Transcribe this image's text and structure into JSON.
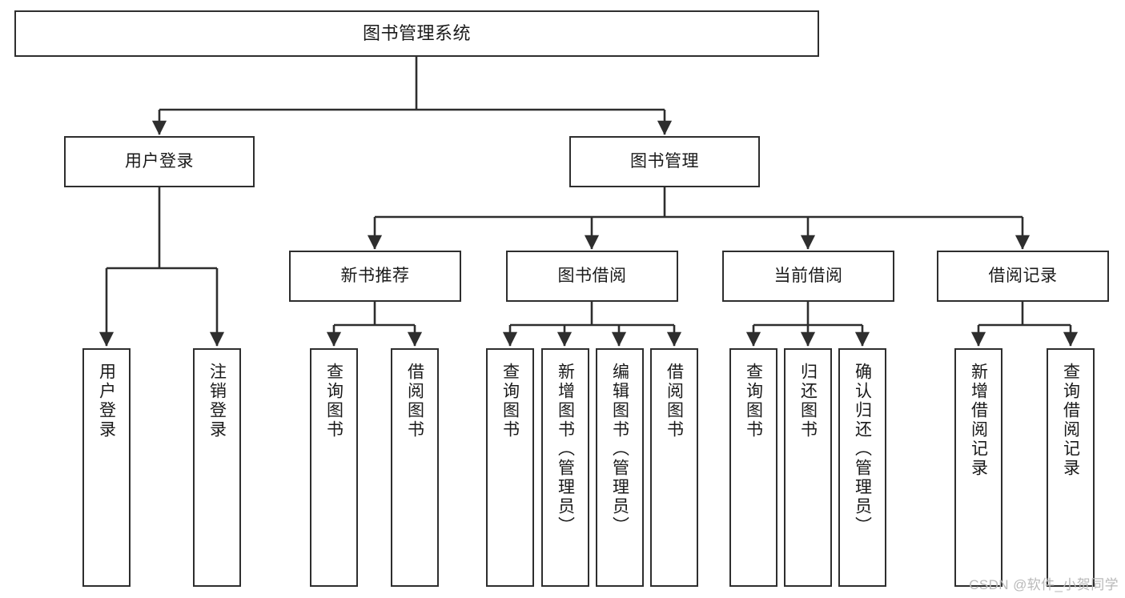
{
  "diagram": {
    "title": "图书管理系统",
    "type": "hierarchy-tree",
    "colors": {
      "box_border": "#2e2e2e",
      "box_fill": "#ffffff",
      "edge": "#2e2e2e",
      "text": "#1a1a1a",
      "watermark": "#b9b9b9",
      "background": "#ffffff"
    },
    "watermark": "CSDN @软件_小贺同学",
    "levels": {
      "root": {
        "label": "图书管理系统"
      },
      "level2": [
        {
          "label": "用户登录"
        },
        {
          "label": "图书管理"
        }
      ],
      "level3": [
        {
          "label": "新书推荐"
        },
        {
          "label": "图书借阅"
        },
        {
          "label": "当前借阅"
        },
        {
          "label": "借阅记录"
        }
      ],
      "leaves_user_login": [
        {
          "label": "用户登录"
        },
        {
          "label": "注销登录"
        }
      ],
      "leaves_new_book": [
        {
          "label": "查询图书"
        },
        {
          "label": "借阅图书"
        }
      ],
      "leaves_borrow": [
        {
          "label": "查询图书"
        },
        {
          "label": "新增图书（管理员）"
        },
        {
          "label": "编辑图书（管理员）"
        },
        {
          "label": "借阅图书"
        }
      ],
      "leaves_current": [
        {
          "label": "查询图书"
        },
        {
          "label": "归还图书"
        },
        {
          "label": "确认归还（管理员）"
        }
      ],
      "leaves_records": [
        {
          "label": "新增借阅记录"
        },
        {
          "label": "查询借阅记录"
        }
      ]
    }
  }
}
